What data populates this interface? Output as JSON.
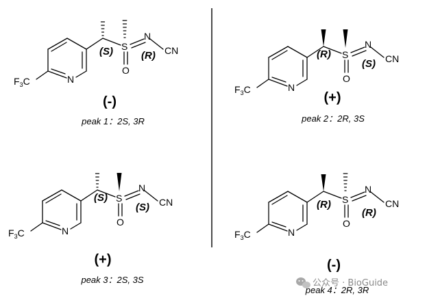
{
  "watermark": {
    "text": "公众号 · BioGuide",
    "icon": "wechat-icon"
  },
  "molecules": [
    {
      "id": "m1",
      "sign": "(-)",
      "peak_label": "peak 1：2S, 3R",
      "c_config": "(S)",
      "s_config": "(R)",
      "labels": {
        "cf3_f": "F",
        "cf3_sub": "3",
        "cf3_c": "C",
        "n_ring": "N",
        "s": "S",
        "o": "O",
        "n_imine": "N",
        "cn": "CN"
      }
    },
    {
      "id": "m2",
      "sign": "(+)",
      "peak_label": "peak 2：2R, 3S",
      "c_config": "(R)",
      "s_config": "(S)",
      "labels": {
        "cf3_f": "F",
        "cf3_sub": "3",
        "cf3_c": "C",
        "n_ring": "N",
        "s": "S",
        "o": "O",
        "n_imine": "N",
        "cn": "CN"
      }
    },
    {
      "id": "m3",
      "sign": "(+)",
      "peak_label": "peak 3：2S, 3S",
      "c_config": "(S)",
      "s_config": "(S)",
      "labels": {
        "cf3_f": "F",
        "cf3_sub": "3",
        "cf3_c": "C",
        "n_ring": "N",
        "s": "S",
        "o": "O",
        "n_imine": "N",
        "cn": "CN"
      }
    },
    {
      "id": "m4",
      "sign": "(-)",
      "peak_label": "peak 4：2R, 3R",
      "c_config": "(R)",
      "s_config": "(R)",
      "labels": {
        "cf3_f": "F",
        "cf3_sub": "3",
        "cf3_c": "C",
        "n_ring": "N",
        "s": "S",
        "o": "O",
        "n_imine": "N",
        "cn": "CN"
      }
    }
  ]
}
